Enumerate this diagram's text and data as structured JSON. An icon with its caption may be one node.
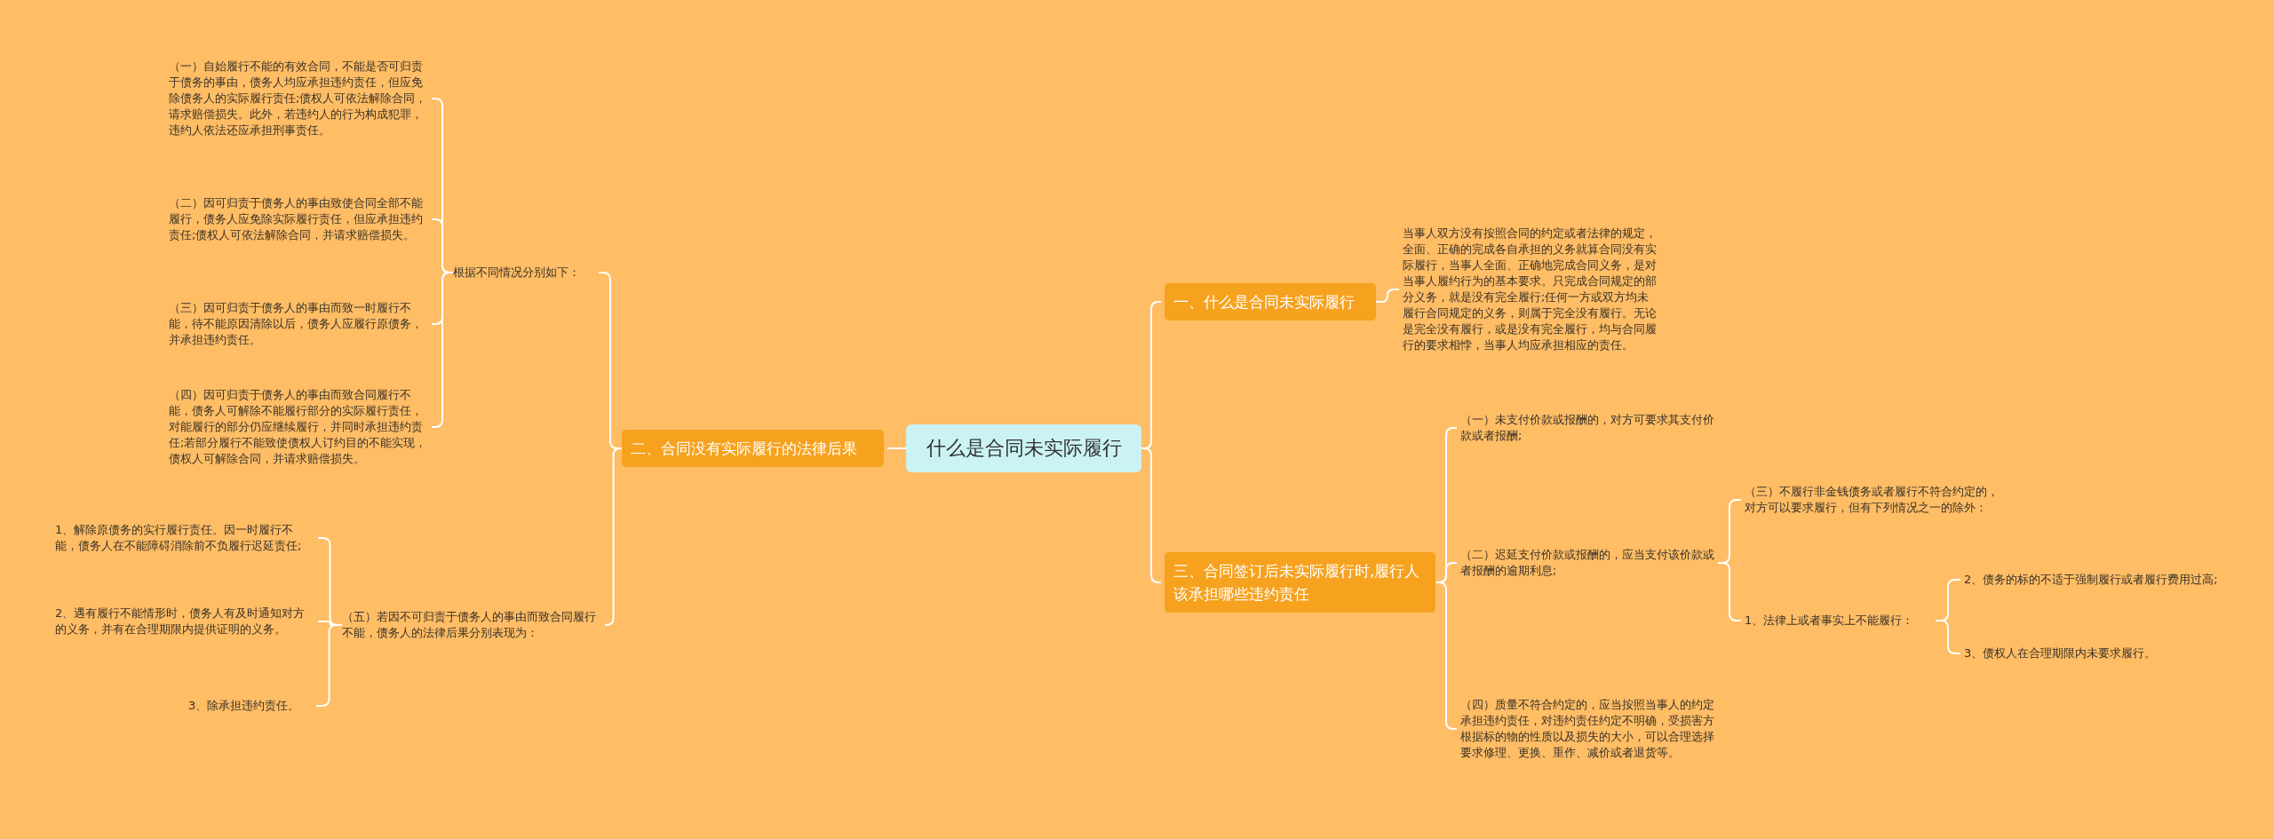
{
  "diagram": {
    "nodes": [
      {
        "text": [
          "什么是合同未实际履行"
        ]
      },
      {
        "text": [
          "一、什么是合同未实际履行"
        ]
      },
      {
        "text": [
          "当事人双方没有按照合同的约定或者法律的规定，全面、正确的完成各自承担的义务就算合同没有实际履行，当事人全面、正确地完成合同义务，是对当事人履约行为的基本要求。只完成合同规定的部分义务，就是没有完全履行;任何一方或双方均未履行合同规定的义务，则属于完全没有履行。无论是完全没有履行，或是没有完全履行，均与合同履行的要求相悖，当事人均应承担相应的责任。"
        ]
      },
      {
        "text": [
          "三、合同签订后未实际履行时,履行人该承担哪些违约责任"
        ]
      },
      {
        "text": [
          "（一）未支付价款或报酬的，对方可要求其支付价款或者报酬;"
        ]
      },
      {
        "text": [
          "（二）迟延支付价款或报酬的，应当支付该价款或者报酬的逾期利息;"
        ]
      },
      {
        "text": [
          "（三）不履行非金钱债务或者履行不符合约定的，对方可以要求履行，但有下列情况之一的除外："
        ]
      },
      {
        "text": [
          "1、法律上或者事实上不能履行："
        ]
      },
      {
        "text": [
          "2、债务的标的不适于强制履行或者履行费用过高;"
        ]
      },
      {
        "text": [
          "3、债权人在合理期限内未要求履行。"
        ]
      },
      {
        "text": [
          "（四）质量不符合约定的，应当按照当事人的约定承担违约责任，对违约责任约定不明确，受损害方根据标的物的性质以及损失的大小，可以合理选择要求修理、更换、重作、减价或者退货等。"
        ]
      },
      {
        "text": [
          "二、合同没有实际履行的法律后果"
        ]
      },
      {
        "text": [
          "根据不同情况分别如下："
        ]
      },
      {
        "text": [
          "（一）自始履行不能的有效合同，不能是否可归责于债务的事由，债务人均应承担违约责任，但应免除债务人的实际履行责任;债权人可依法解除合同，请求赔偿损失。此外，若违约人的行为构成犯罪，违约人依法还应承担刑事责任。"
        ]
      },
      {
        "text": [
          "（二）因可归责于债务人的事由致使合同全部不能履行，债务人应免除实际履行责任，但应承担违约责任;债权人可依法解除合同，并请求赔偿损失。"
        ]
      },
      {
        "text": [
          "（三）因可归责于债务人的事由而致一时履行不能，待不能原因清除以后，债务人应履行原债务，并承担违约责任。"
        ]
      },
      {
        "text": [
          "（四）因可归责于债务人的事由而致合同履行不能，债务人可解除不能履行部分的实际履行责任，对能履行的部分仍应继续履行，并同时承担违约责任;若部分履行不能致使债权人订约目的不能实现，债权人可解除合同，并请求赔偿损失。"
        ]
      },
      {
        "text": [
          "（五）若因不可归责于债务人的事由而致合同履行不能，债务人的法律后果分别表现为："
        ]
      },
      {
        "text": [
          "1、解除原债务的实行履行责任。因一时履行不能，债务人在不能障碍消除前不负履行迟延责任;"
        ]
      },
      {
        "text": [
          "2、遇有履行不能情形时，债务人有及时通知对方的义务，并有在合理期限内提供证明的义务。"
        ]
      },
      {
        "text": [
          "3、除承担违约责任。"
        ]
      }
    ],
    "edges": [
      {
        "from": 0,
        "to": 1,
        "arrow": "none"
      },
      {
        "from": 1,
        "to": 2,
        "arrow": "none"
      },
      {
        "from": 0,
        "to": 3,
        "arrow": "none"
      },
      {
        "from": 3,
        "to": 4,
        "arrow": "none"
      },
      {
        "from": 3,
        "to": 5,
        "arrow": "none"
      },
      {
        "from": 5,
        "to": 6,
        "arrow": "none"
      },
      {
        "from": 5,
        "to": 7,
        "arrow": "none"
      },
      {
        "from": 7,
        "to": 8,
        "arrow": "none"
      },
      {
        "from": 7,
        "to": 9,
        "arrow": "none"
      },
      {
        "from": 3,
        "to": 10,
        "arrow": "none"
      },
      {
        "from": 0,
        "to": 11,
        "arrow": "none"
      },
      {
        "from": 11,
        "to": 12,
        "arrow": "none"
      },
      {
        "from": 12,
        "to": 13,
        "arrow": "none"
      },
      {
        "from": 12,
        "to": 14,
        "arrow": "none"
      },
      {
        "from": 12,
        "to": 15,
        "arrow": "none"
      },
      {
        "from": 12,
        "to": 16,
        "arrow": "none"
      },
      {
        "from": 11,
        "to": 17,
        "arrow": "none"
      },
      {
        "from": 17,
        "to": 18,
        "arrow": "none"
      },
      {
        "from": 17,
        "to": 19,
        "arrow": "none"
      },
      {
        "from": 17,
        "to": 20,
        "arrow": "none"
      }
    ]
  }
}
